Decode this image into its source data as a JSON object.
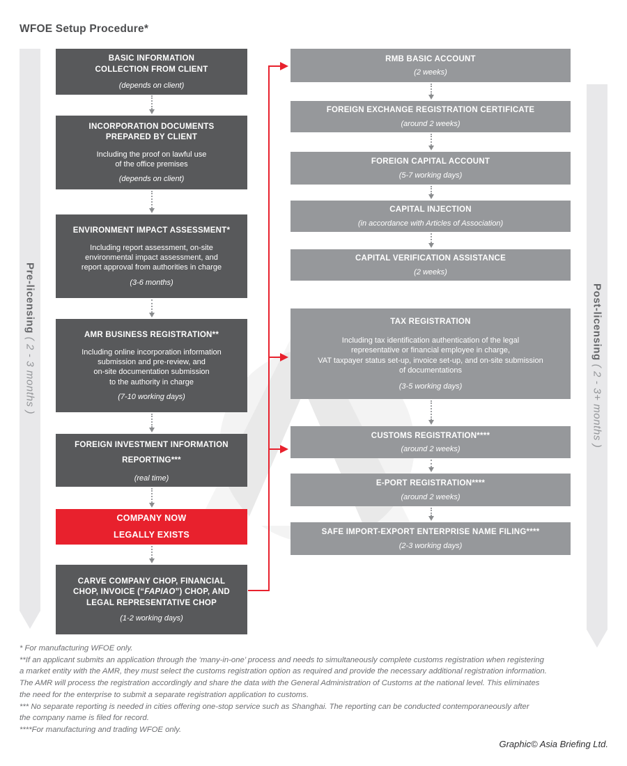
{
  "title": "WFOE Setup Procedure*",
  "colors": {
    "dark_box": "#58595b",
    "light_box": "#96989b",
    "highlight_red": "#e8212d",
    "band_gray": "#e8e8ea",
    "connector_gray": "#8a8c8e"
  },
  "pre_licensing_band": {
    "title": "Pre-licensing",
    "duration": "( 2 - 3 months )"
  },
  "post_licensing_band": {
    "title": "Post-licensing",
    "duration": "( 2 - 3+ months )"
  },
  "left_column": {
    "boxes": [
      {
        "header": "BASIC INFORMATION\nCOLLECTION FROM CLIENT",
        "time": "(depends on client)"
      },
      {
        "header": "INCORPORATION DOCUMENTS\nPREPARED BY CLIENT",
        "body": "Including the proof on lawful use\nof the office premises",
        "time": "(depends on client)"
      },
      {
        "header": "ENVIRONMENT IMPACT ASSESSMENT*",
        "body": "Including report assessment, on-site\nenvironmental impact assessment, and\nreport approval from authorities in charge",
        "time": "(3-6 months)"
      },
      {
        "header": "AMR BUSINESS REGISTRATION**",
        "body": "Including online incorporation information\nsubmission and pre-review, and\non-site documentation submission\nto the authority in charge",
        "time": "(7-10 working days)"
      },
      {
        "header": "FOREIGN INVESTMENT INFORMATION\nREPORTING***",
        "time": "(real time)"
      }
    ]
  },
  "milestone": {
    "label": "COMPANY NOW\nLEGALLY EXISTS"
  },
  "chop_box": {
    "header_part1": "CARVE COMPANY CHOP, FINANCIAL\nCHOP, INVOICE (“",
    "header_italic": "FAPIAO",
    "header_part2": "”) CHOP, AND\nLEGAL REPRESENTATIVE CHOP",
    "time": "(1-2 working days)"
  },
  "right_column": {
    "boxes": [
      {
        "header": "RMB BASIC ACCOUNT",
        "time": "(2 weeks)"
      },
      {
        "header": "FOREIGN EXCHANGE REGISTRATION CERTIFICATE",
        "time": "(around 2 weeks)"
      },
      {
        "header": "FOREIGN CAPITAL ACCOUNT",
        "time": "(5-7 working days)"
      },
      {
        "header": "CAPITAL INJECTION",
        "time": "(in accordance with Articles of Association)"
      },
      {
        "header": "CAPITAL VERIFICATION ASSISTANCE",
        "time": "(2 weeks)"
      },
      {
        "header": "TAX REGISTRATION",
        "body": "Including tax identification authentication of the legal\nrepresentative or financial employee in charge,\nVAT taxpayer status set-up, invoice set-up, and on-site submission\nof documentations",
        "time": "(3-5 working days)"
      },
      {
        "header": "CUSTOMS REGISTRATION****",
        "time": "(around 2 weeks)"
      },
      {
        "header": "E-PORT REGISTRATION****",
        "time": "(around 2 weeks)"
      },
      {
        "header": "SAFE IMPORT-EXPORT ENTERPRISE NAME FILING****",
        "time": "(2-3 working days)"
      }
    ]
  },
  "footnotes": [
    "* For manufacturing WFOE only.",
    "**If an applicant submits an application through the ‘many-in-one’ process and needs to simultaneously complete customs registration when registering\na market entity with the AMR, they must select the customs registration option as required and provide the necessary additional registration information.\nThe AMR will process the registration accordingly and share the data with the General Administration of Customs at the national level. This eliminates\nthe need for the enterprise to submit a separate registration application to customs.",
    "*** No separate reporting is needed in cities offering one-stop service such as Shanghai. The reporting can be conducted contemporaneously after\nthe company name is filed for record.",
    "****For manufacturing and trading WFOE only."
  ],
  "credit": "Graphic© Asia Briefing Ltd."
}
